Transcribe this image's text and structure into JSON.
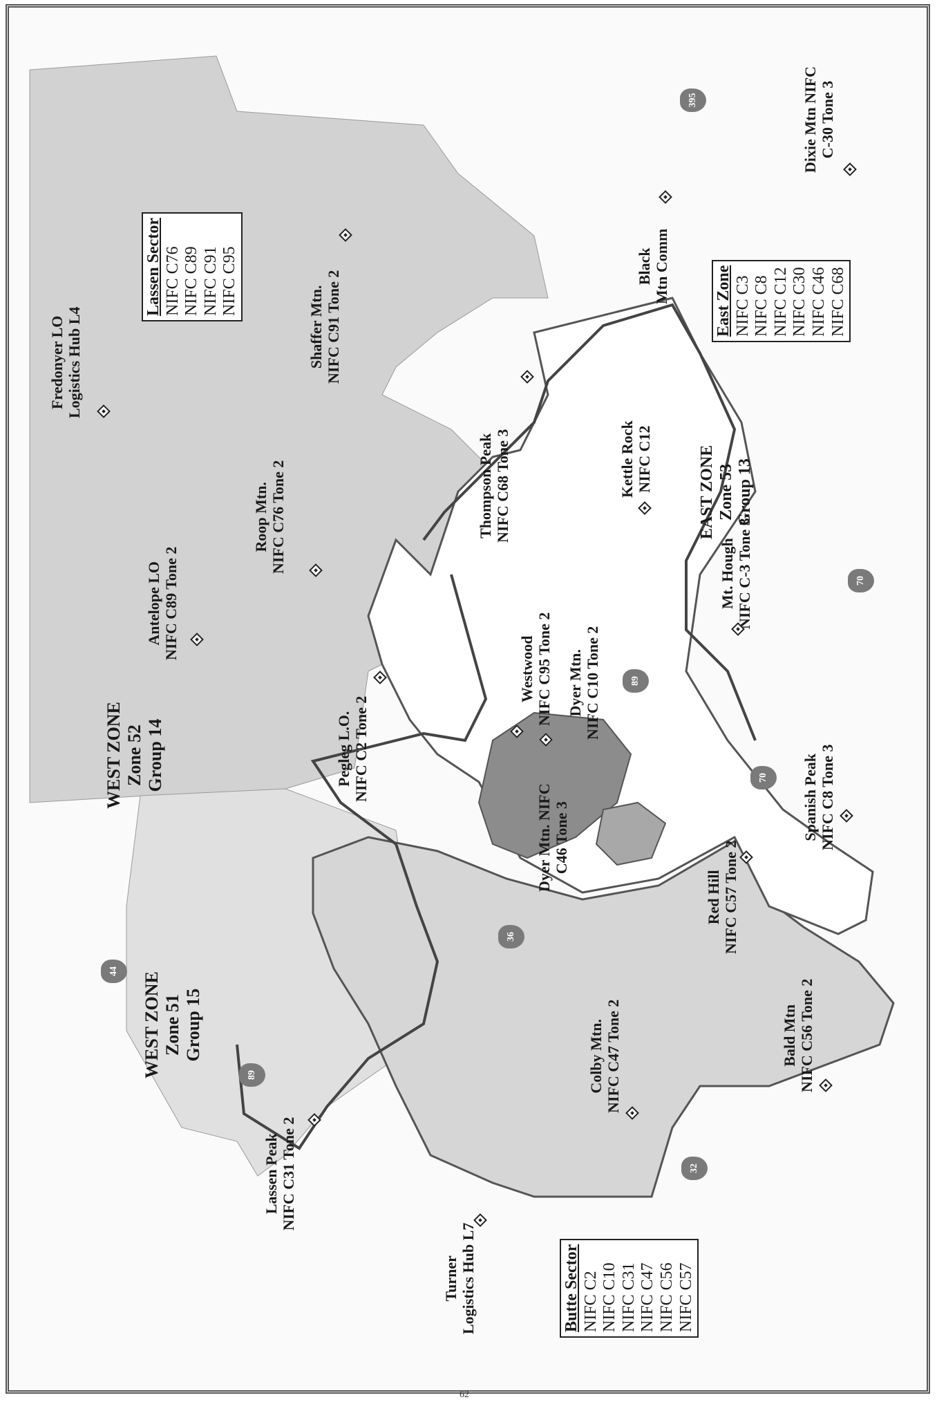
{
  "zones": [
    {
      "id": "west-zone-51",
      "lines": [
        "WEST ZONE",
        "Zone 51",
        "Group 15"
      ]
    },
    {
      "id": "west-zone-52",
      "lines": [
        "WEST ZONE",
        "Zone 52",
        "Group 14"
      ]
    },
    {
      "id": "east-zone-53",
      "lines": [
        "EAST ZONE",
        "Zone 53",
        "Group 13"
      ]
    }
  ],
  "sites": [
    {
      "id": "fredonyer-lo",
      "lines": [
        "Fredonyer LO",
        "Logistics Hub L4"
      ]
    },
    {
      "id": "antelope-lo",
      "lines": [
        "Antelope LO",
        "NIFC C89 Tone 2"
      ]
    },
    {
      "id": "roop-mtn",
      "lines": [
        "Roop Mtn.",
        "NIFC C76 Tone 2"
      ]
    },
    {
      "id": "shaffer-mtn",
      "lines": [
        "Shaffer Mtn.",
        "NIFC C91 Tone 2"
      ]
    },
    {
      "id": "thompson-peak",
      "lines": [
        "Thompson Peak",
        "NIFC C68 Tone 3"
      ]
    },
    {
      "id": "kettle-rock",
      "lines": [
        "Kettle Rock",
        "NIFC C12"
      ]
    },
    {
      "id": "black-mtn-comm",
      "lines": [
        "Black",
        "Mtn Comm"
      ]
    },
    {
      "id": "dixie-mtn",
      "lines": [
        "Dixie Mtn NIFC",
        "C-30 Tone 3"
      ]
    },
    {
      "id": "westwood",
      "lines": [
        "Westwood",
        "NIFC C95 Tone 2"
      ]
    },
    {
      "id": "dyer-mtn-c10",
      "lines": [
        "Dyer Mtn.",
        "NIFC C10 Tone 2"
      ]
    },
    {
      "id": "mt-hough",
      "lines": [
        "Mt. Hough",
        "NIFC C-3 Tone 3"
      ]
    },
    {
      "id": "pegleg-lo",
      "lines": [
        "Pegleg L.O.",
        "NIFC C2 Tone 2"
      ]
    },
    {
      "id": "dyer-mtn-c46",
      "lines": [
        "Dyer Mtn. NIFC",
        "C46 Tone 3"
      ]
    },
    {
      "id": "spanish-peak",
      "lines": [
        "Spanish Peak",
        "NIFC C8 Tone 3"
      ]
    },
    {
      "id": "red-hill",
      "lines": [
        "Red Hill",
        "NIFC C57 Tone 2"
      ]
    },
    {
      "id": "colby-mtn",
      "lines": [
        "Colby Mtn.",
        "NIFC C47 Tone 2"
      ]
    },
    {
      "id": "bald-mtn",
      "lines": [
        "Bald Mtn",
        "NIFC C56 Tone 2"
      ]
    },
    {
      "id": "lassen-peak",
      "lines": [
        "Lassen Peak",
        "NIFC C31 Tone 2"
      ]
    },
    {
      "id": "turner",
      "lines": [
        "Turner",
        "Logistics Hub L7"
      ]
    }
  ],
  "sectors": [
    {
      "id": "lassen-sector",
      "title": "Lassen Sector",
      "items": [
        "NIFC C76",
        "NIFC C89",
        "NIFC C91",
        "NIFC C95"
      ]
    },
    {
      "id": "east-zone-box",
      "title": "East Zone",
      "items": [
        "NIFC C3",
        "NIFC C8",
        "NIFC C12",
        "NIFC C30",
        "NIFC C46",
        "NIFC C68"
      ]
    },
    {
      "id": "butte-sector",
      "title": "Butte Sector",
      "items": [
        "NIFC C2",
        "NIFC C10",
        "NIFC C31",
        "NIFC C47",
        "NIFC C56",
        "NIFC C57"
      ]
    }
  ],
  "highways": [
    "44",
    "89",
    "395",
    "89",
    "70",
    "70",
    "36",
    "32"
  ],
  "page_number": "62",
  "colors": {
    "west51": "#d9d9d9",
    "west52": "#cfcfcf",
    "east": "#ffffff",
    "lake": "#8e8e8e",
    "border": "#444444",
    "shield": "#7a7a7a"
  }
}
